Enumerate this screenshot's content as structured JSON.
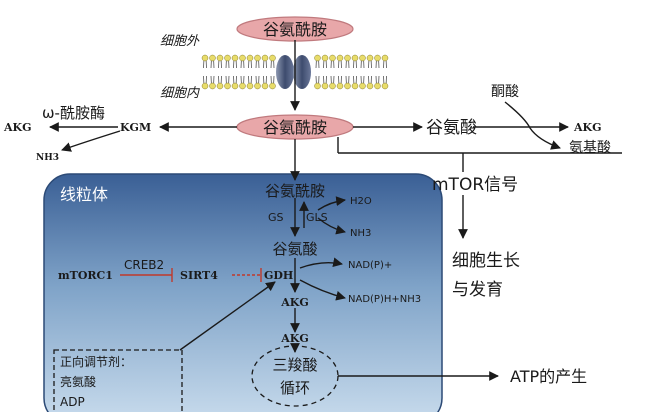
{
  "labels": {
    "gln_top": "谷氨酰胺",
    "outside": "细胞外",
    "inside": "细胞内",
    "gln_cyto": "谷氨酰胺",
    "omega_amidase": "ω-酰胺酶",
    "akg_left": "AKG",
    "kgm": "KGM",
    "nh3_left": "NH3",
    "ketoacid": "酮酸",
    "glu_right": "谷氨酸",
    "akg_right": "AKG",
    "amino_acid": "氨基酸",
    "mtor_signal": "mTOR信号",
    "growth_line1": "细胞生长",
    "growth_line2": "与发育",
    "mito": "线粒体",
    "gln_mito": "谷氨酰胺",
    "gs": "GS",
    "gls": "GLS",
    "h2o": "H2O",
    "nh3_mito": "NH3",
    "glu_mito": "谷氨酸",
    "mtorc1": "mTORC1",
    "creb2": "CREB2",
    "sirt4": "SIRT4",
    "gdh": "GDH",
    "nadp": "NAD(P)+",
    "nadph": "NAD(P)H+NH3",
    "akg_mito1": "AKG",
    "akg_mito2": "AKG",
    "tca_line1": "三羧酸",
    "tca_line2": "循环",
    "atp": "ATP的产生",
    "regulator_title": "正向调节剂：",
    "regulator_item1": "亮氨酸",
    "regulator_item2": "ADP"
  },
  "colors": {
    "oval_fill": "#e8a7a9",
    "oval_stroke": "#c07a7e",
    "mito_top": "#3a5f95",
    "mito_bottom": "#c9dced",
    "inhibit": "#c0392b",
    "lipid_head": "#e8dc6a",
    "channel": "#5d6e90"
  }
}
